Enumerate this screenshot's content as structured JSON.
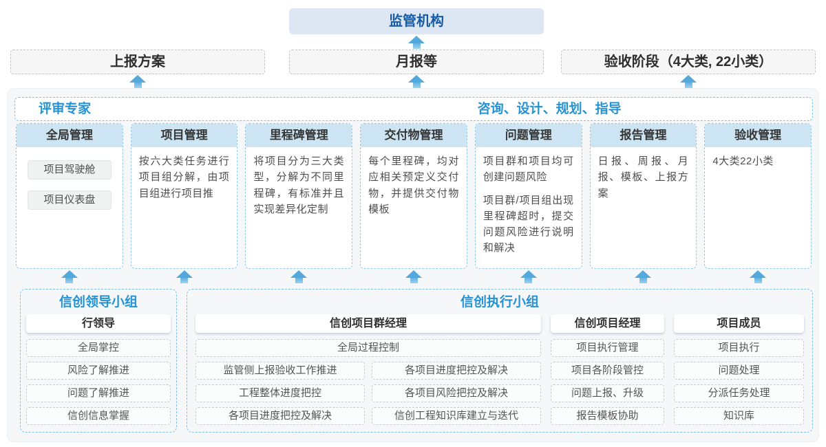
{
  "colors": {
    "accent_blue": "#2493d6",
    "dark_blue": "#175ba5",
    "regulator_bg": "#dce7f3",
    "column_header_bg": "#cde4f2",
    "dashed_blue_border": "#7cc0e7",
    "arrow_blue": "#54a9dc",
    "container_bg": "#f5f7f9"
  },
  "top": {
    "regulator": "监管机构",
    "channels": [
      {
        "label": "上报方案"
      },
      {
        "label": "月报等"
      },
      {
        "label": "验收阶段（4大类, 22小类）"
      }
    ]
  },
  "platform": {
    "left_header": "评审专家",
    "right_header": "咨询、设计、规划、指导",
    "columns": [
      {
        "title": "全局管理",
        "tags": [
          "项目驾驶舱",
          "项目仪表盘"
        ]
      },
      {
        "title": "项目管理",
        "paragraphs": [
          "按六大类任务进行项目组分解，由项目组进行项目推"
        ]
      },
      {
        "title": "里程碑管理",
        "paragraphs": [
          "将项目分为三大类型，分解为不同里程碑，有标准并且实现差异化定制"
        ]
      },
      {
        "title": "交付物管理",
        "paragraphs": [
          "每个里程碑，均对应相关预定义交付物，并提供交付物模板"
        ]
      },
      {
        "title": "问题管理",
        "paragraphs": [
          "项目群和项目均可创建问题风险",
          "项目群/项目组出现里程碑超时，提交问题风险进行说明和解决"
        ]
      },
      {
        "title": "报告管理",
        "paragraphs": [
          "日报、周报、月报、模板、上报方案"
        ]
      },
      {
        "title": "验收管理",
        "paragraphs": [
          "4大类22小类"
        ]
      }
    ]
  },
  "groups": {
    "leader": {
      "title": "信创领导小组",
      "role": "行领导",
      "items": [
        "全局掌控",
        "风险了解推进",
        "问题了解推进",
        "信创信息掌握"
      ]
    },
    "exec": {
      "title": "信创执行小组",
      "pg_manager": {
        "role": "信创项目群经理",
        "full_item": "全局过程控制",
        "left_items": [
          "监管侧上报验收工作推进",
          "工程整体进度把控",
          "各项目进度把控及解决"
        ],
        "right_items": [
          "各项目进度把控及解决",
          "各项目风险把控及解决",
          "信创工程知识库建立与迭代"
        ]
      },
      "p_manager": {
        "role": "信创项目经理",
        "items": [
          "项目执行管理",
          "项目各阶段管控",
          "问题上报、升级",
          "报告模板协助"
        ]
      },
      "member": {
        "role": "项目成员",
        "items": [
          "项目执行",
          "问题处理",
          "分派任务处理",
          "知识库"
        ]
      }
    }
  }
}
